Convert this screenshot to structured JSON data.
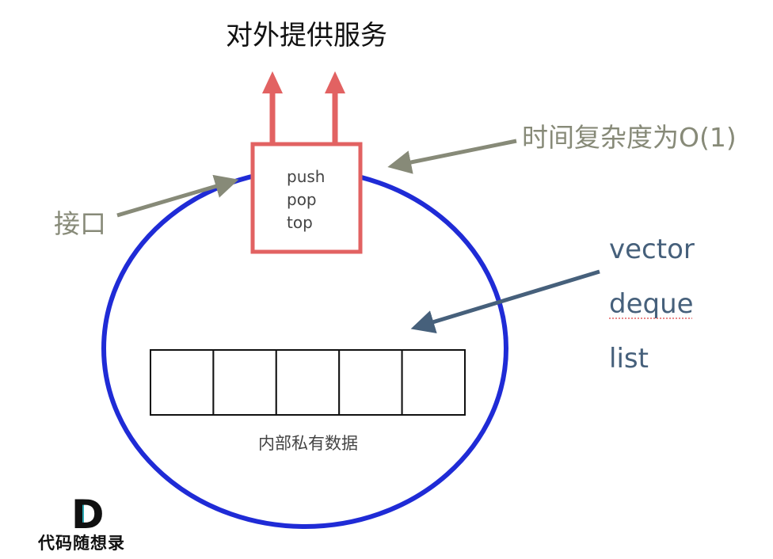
{
  "title": "对外提供服务",
  "complexity_note": "时间复杂度为O(1)",
  "interface_label": "接口",
  "operations": [
    "push",
    "pop",
    "top"
  ],
  "implementations": [
    "vector",
    "deque",
    "list"
  ],
  "internal_label": "内部私有数据",
  "cells": 5,
  "logo": {
    "letter": "D",
    "text": "代码随想录"
  },
  "colors": {
    "ellipse": "#1f2bd6",
    "interface_box": "#e26262",
    "gray_arrow": "#878a78",
    "blue_arrow": "#46607b"
  }
}
